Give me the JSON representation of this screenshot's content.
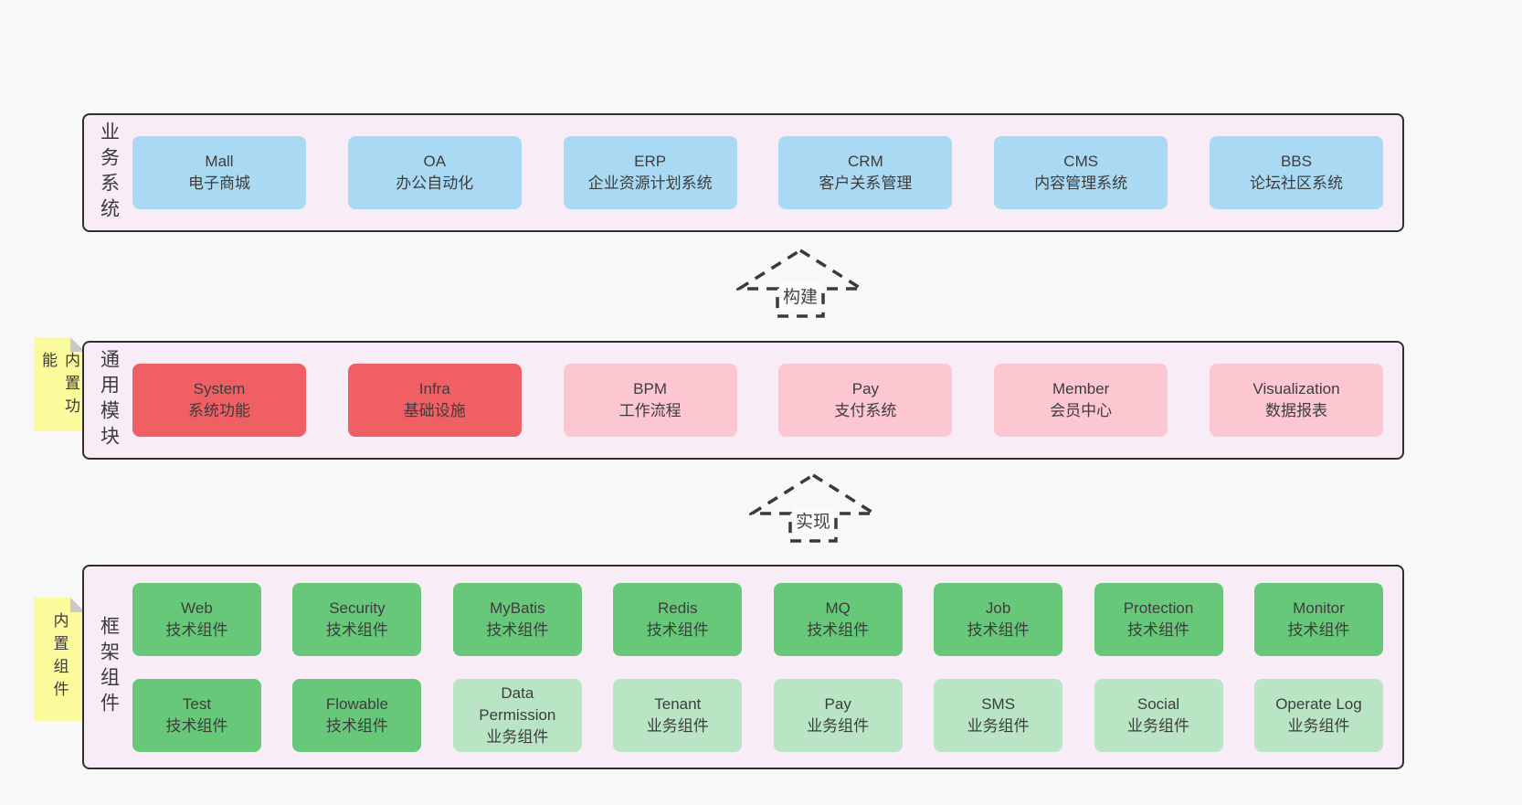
{
  "colors": {
    "page_bg": "#f8f8f8",
    "band_bg": "#f8edf7",
    "band_border": "#2f2f2f",
    "blue_box": "#a9d9f3",
    "red_box": "#f05f64",
    "pink_box": "#fcc7d0",
    "green_box": "#67c87a",
    "light_green_box": "#b9e5c4",
    "note_bg": "#fbfa9d",
    "note_fold": "#c9c9c9",
    "text": "#3d3d3d"
  },
  "bands": [
    {
      "label": "业务系统",
      "boxes": [
        {
          "name": "Mall",
          "sub": "电子商城"
        },
        {
          "name": "OA",
          "sub": "办公自动化"
        },
        {
          "name": "ERP",
          "sub": "企业资源计划系统"
        },
        {
          "name": "CRM",
          "sub": "客户关系管理"
        },
        {
          "name": "CMS",
          "sub": "内容管理系统"
        },
        {
          "name": "BBS",
          "sub": "论坛社区系统"
        }
      ]
    },
    {
      "label": "通用模块",
      "note": "内置功能",
      "boxes": [
        {
          "name": "System",
          "sub": "系统功能"
        },
        {
          "name": "Infra",
          "sub": "基础设施"
        },
        {
          "name": "BPM",
          "sub": "工作流程"
        },
        {
          "name": "Pay",
          "sub": "支付系统"
        },
        {
          "name": "Member",
          "sub": "会员中心"
        },
        {
          "name": "Visualization",
          "sub": "数据报表"
        }
      ]
    },
    {
      "label": "框架组件",
      "note": "内置组件",
      "rows": [
        [
          {
            "name": "Web",
            "sub": "技术组件"
          },
          {
            "name": "Security",
            "sub": "技术组件"
          },
          {
            "name": "MyBatis",
            "sub": "技术组件"
          },
          {
            "name": "Redis",
            "sub": "技术组件"
          },
          {
            "name": "MQ",
            "sub": "技术组件"
          },
          {
            "name": "Job",
            "sub": "技术组件"
          },
          {
            "name": "Protection",
            "sub": "技术组件"
          },
          {
            "name": "Monitor",
            "sub": "技术组件"
          }
        ],
        [
          {
            "name": "Test",
            "sub": "技术组件"
          },
          {
            "name": "Flowable",
            "sub": "技术组件"
          },
          {
            "name": "Data Permission",
            "sub": "业务组件"
          },
          {
            "name": "Tenant",
            "sub": "业务组件"
          },
          {
            "name": "Pay",
            "sub": "业务组件"
          },
          {
            "name": "SMS",
            "sub": "业务组件"
          },
          {
            "name": "Social",
            "sub": "业务组件"
          },
          {
            "name": "Operate Log",
            "sub": "业务组件"
          }
        ]
      ]
    }
  ],
  "arrows": [
    {
      "label": "构建"
    },
    {
      "label": "实现"
    }
  ]
}
